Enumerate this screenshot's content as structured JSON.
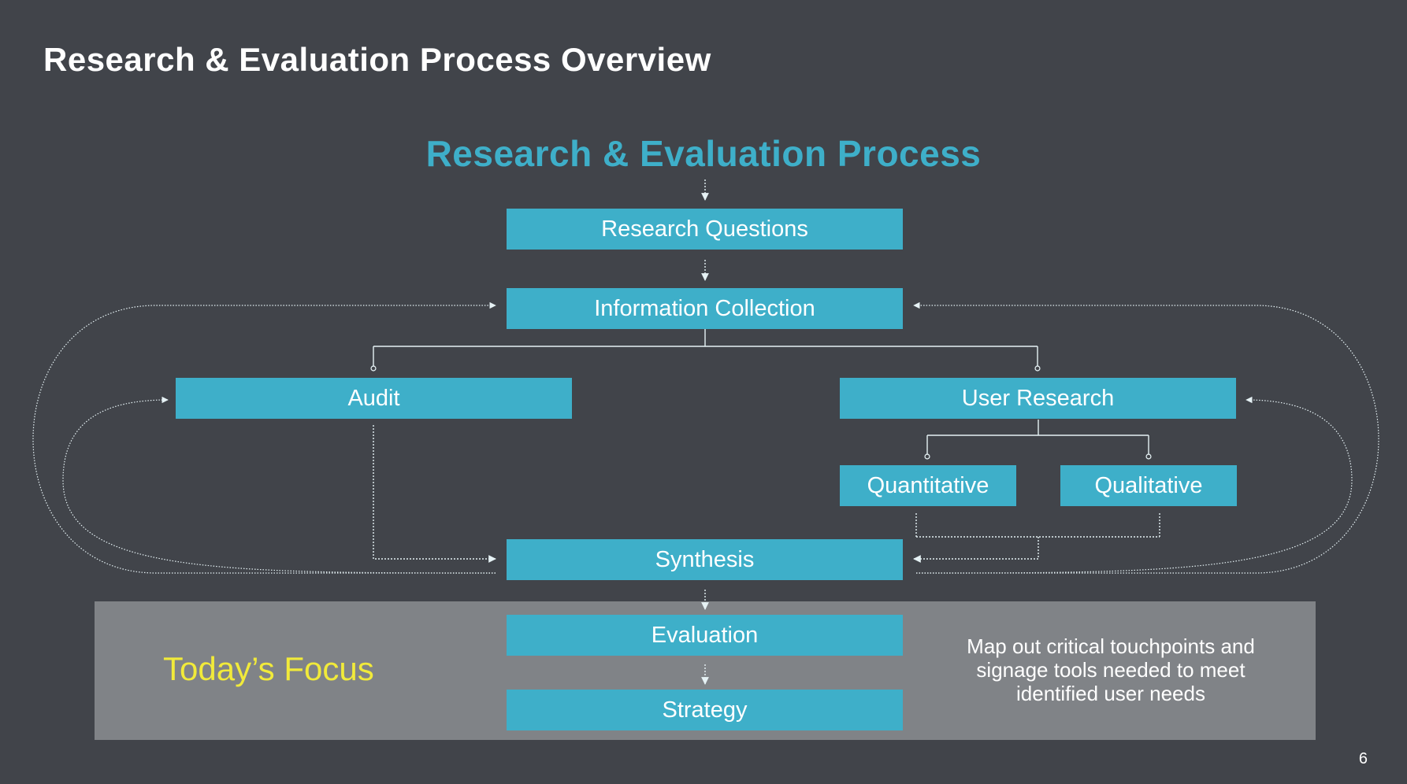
{
  "slide": {
    "title": "Research & Evaluation Process Overview",
    "page_number": "6"
  },
  "diagram": {
    "title": "Research & Evaluation Process",
    "nodes": {
      "research_questions": "Research Questions",
      "information_collection": "Information Collection",
      "audit": "Audit",
      "user_research": "User Research",
      "quantitative": "Quantitative",
      "qualitative": "Qualitative",
      "synthesis": "Synthesis",
      "evaluation": "Evaluation",
      "strategy": "Strategy"
    }
  },
  "focus": {
    "label": "Today’s Focus",
    "note": "Map out critical touchpoints and signage tools needed to meet identified user needs"
  },
  "colors": {
    "background": "#41444a",
    "box": "#3eafc9",
    "focus_panel": "#808387",
    "focus_label": "#f1ea3a",
    "title": "#ffffff"
  }
}
